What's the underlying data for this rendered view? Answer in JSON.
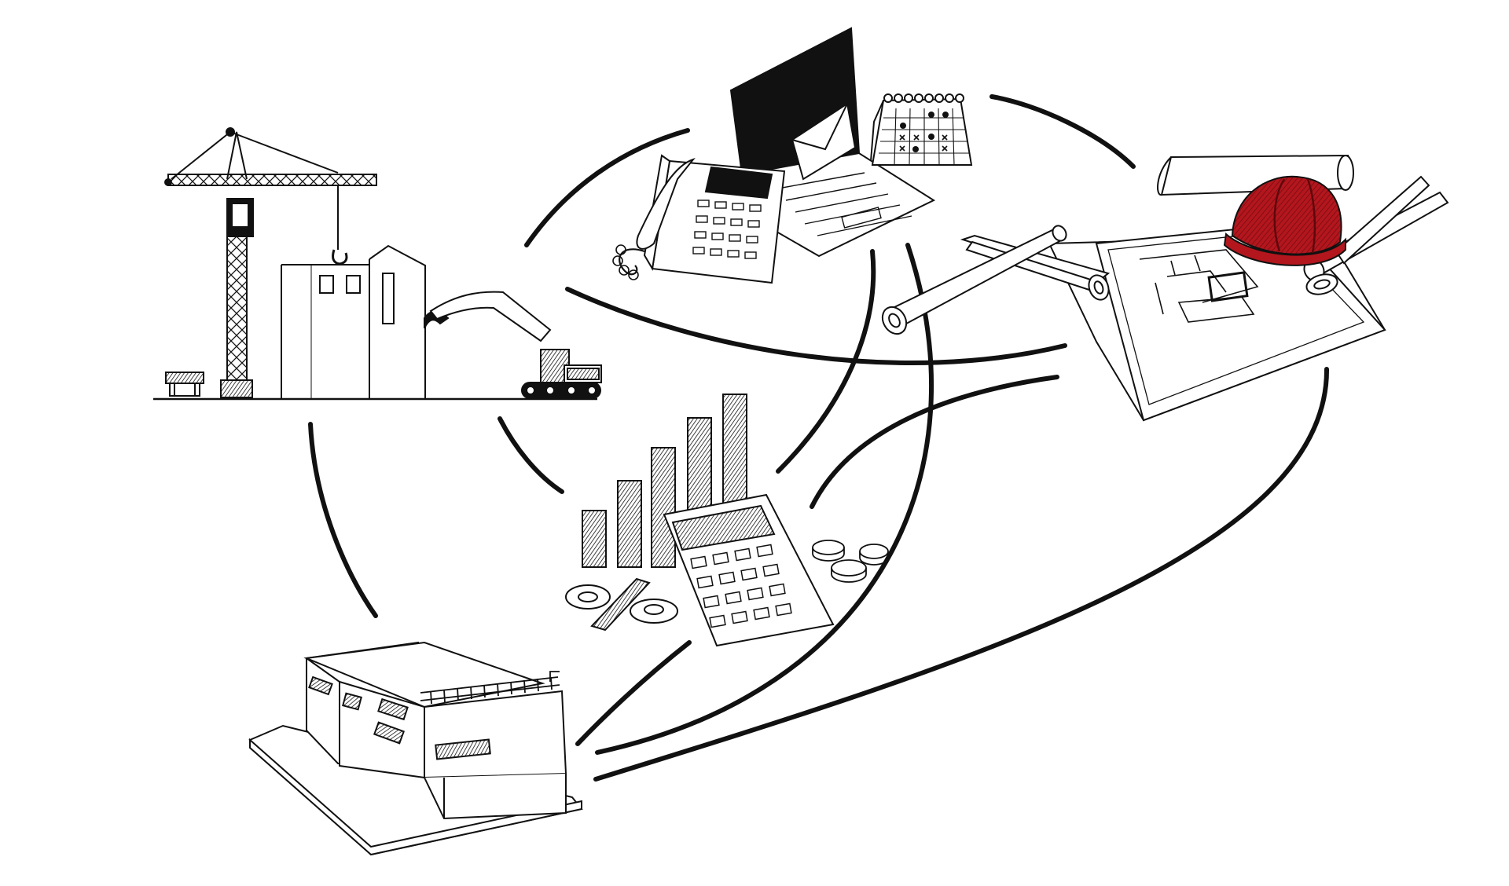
{
  "colors": {
    "ink": "#111111",
    "paper": "#ffffff",
    "shade": "#1a1a1a",
    "accent": "#a8141b"
  },
  "illustrations": [
    {
      "name": "construction-site",
      "depicts": [
        "crane",
        "building-under-construction",
        "excavator",
        "crate"
      ]
    },
    {
      "name": "office-desk",
      "depicts": [
        "desk-phone",
        "laptop",
        "envelope",
        "calendar"
      ]
    },
    {
      "name": "blueprints",
      "depicts": [
        "rolled-plans",
        "floor-plan",
        "hard-hat"
      ]
    },
    {
      "name": "finance",
      "depicts": [
        "bar-chart",
        "calculator",
        "percent-sign",
        "coins"
      ]
    },
    {
      "name": "finished-building",
      "depicts": [
        "modern-building"
      ]
    }
  ]
}
